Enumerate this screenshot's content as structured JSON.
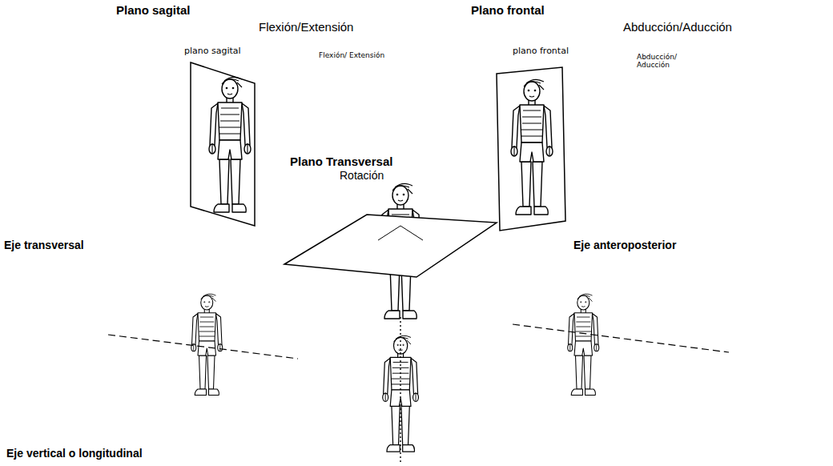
{
  "diagram": {
    "labels": [
      "Plano sagital",
      "Flexión/Extensión",
      "plano sagital",
      "Flexión/ Extensión",
      "Plano frontal",
      "Abducción/Aducción",
      "plano frontal",
      "Abducción/ Aducción",
      "Plano Transversal",
      "Rotación",
      "Eje transversal",
      "Eje anteroposterior",
      "Eje vertical o longitudinal"
    ]
  }
}
